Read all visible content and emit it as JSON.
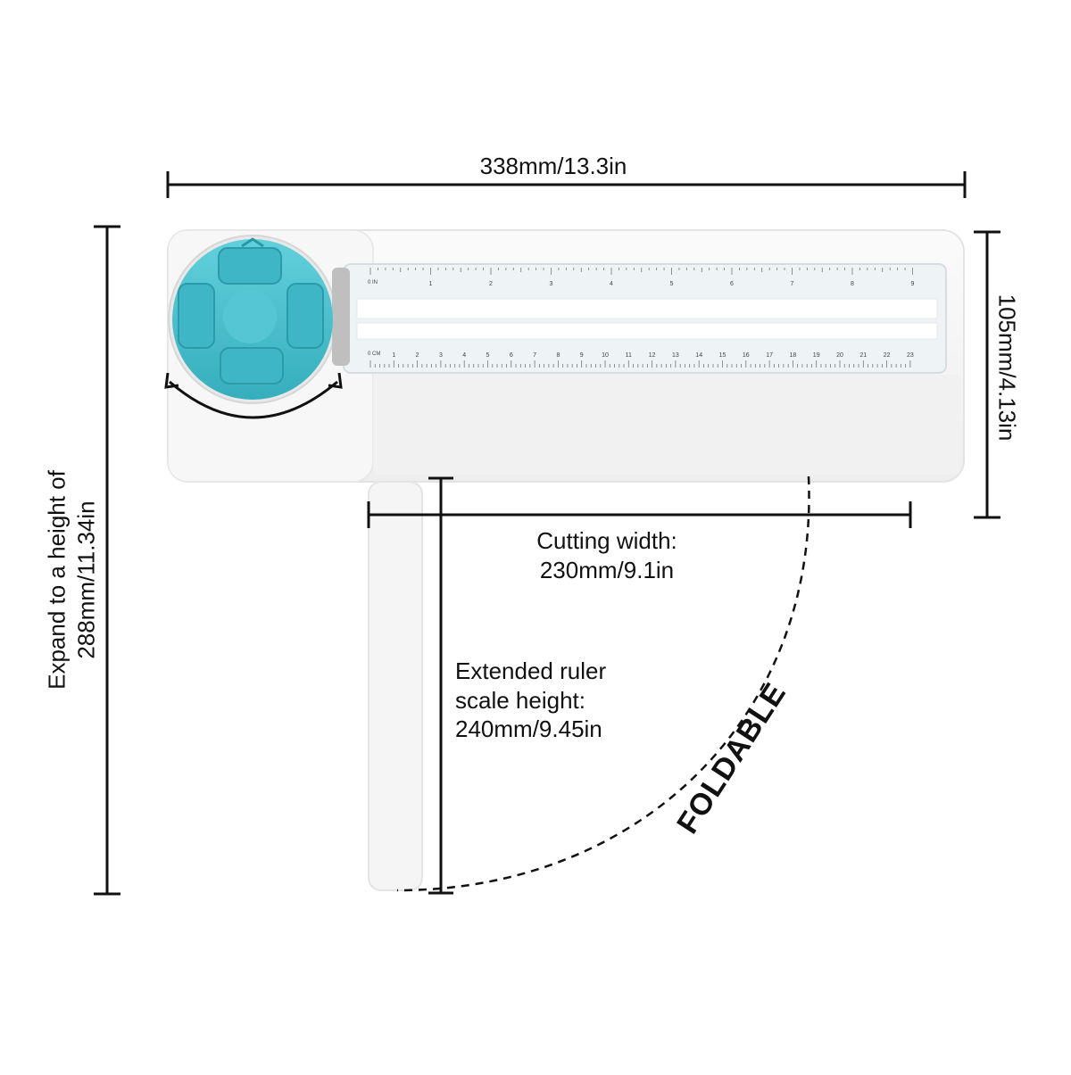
{
  "dimensions": {
    "width": "338mm/13.3in",
    "depth": "105mm/4.13in",
    "height_line1": "Expand to a height of",
    "height_line2": "288mm/11.34in",
    "cutting_line1": "Cutting width:",
    "cutting_line2": "230mm/9.1in",
    "extended_line1": "Extended ruler",
    "extended_line2": "scale height:",
    "extended_line3": "240mm/9.45in"
  },
  "foldable": "FOLDABLE",
  "ruler": {
    "inch_label": "0 IN",
    "cm_label": "0 CM",
    "inch_ticks": [
      "1",
      "2",
      "3",
      "4",
      "5",
      "6",
      "7",
      "8",
      "9"
    ],
    "cm_ticks": [
      "1",
      "2",
      "3",
      "4",
      "5",
      "6",
      "7",
      "8",
      "9",
      "10",
      "11",
      "12",
      "13",
      "14",
      "15",
      "16",
      "17",
      "18",
      "19",
      "20",
      "21",
      "22",
      "23"
    ]
  },
  "colors": {
    "accent": "#45bccb",
    "accent_dark": "#2e9fae",
    "board": "#f4f4f4",
    "line": "#111111"
  }
}
